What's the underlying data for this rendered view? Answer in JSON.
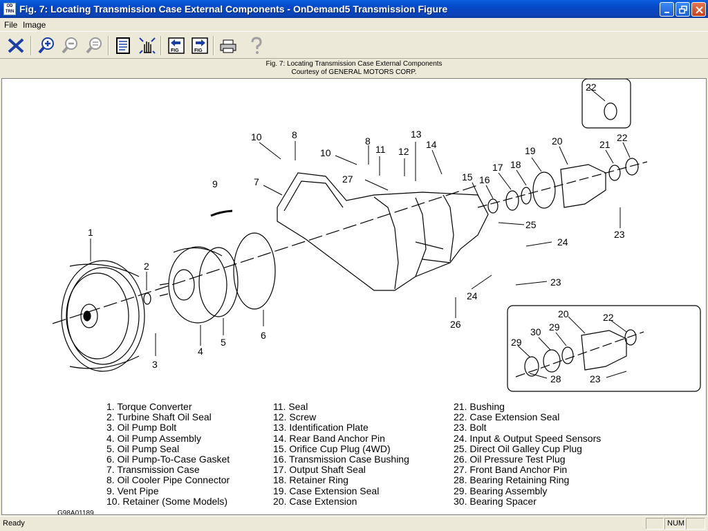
{
  "window": {
    "title": "Fig. 7: Locating Transmission Case External Components - OnDemand5 Transmission Figure",
    "icon_text_top": "OD",
    "icon_text_bottom": "TRN"
  },
  "menu": {
    "file_label": "File",
    "image_label": "Image"
  },
  "toolbar": {
    "icons": [
      "exit-x-icon",
      "zoom-in-icon",
      "zoom-out-icon",
      "zoom-fit-icon",
      "notes-icon",
      "pan-hand-icon",
      "prev-fig-icon",
      "next-fig-icon",
      "print-icon",
      "help-icon"
    ],
    "fig_label": "FIG"
  },
  "caption": {
    "line1": "Fig. 7: Locating Transmission Case External Components",
    "line2": "Courtesy of GENERAL MOTORS CORP."
  },
  "callouts": [
    {
      "id": "c1",
      "text": "1"
    },
    {
      "id": "c2",
      "text": "2"
    },
    {
      "id": "c3",
      "text": "3"
    },
    {
      "id": "c4",
      "text": "4"
    },
    {
      "id": "c5",
      "text": "5"
    },
    {
      "id": "c6",
      "text": "6"
    },
    {
      "id": "c7",
      "text": "7"
    },
    {
      "id": "c8a",
      "text": "8"
    },
    {
      "id": "c8b",
      "text": "8"
    },
    {
      "id": "c9",
      "text": "9"
    },
    {
      "id": "c10a",
      "text": "10"
    },
    {
      "id": "c10b",
      "text": "10"
    },
    {
      "id": "c11",
      "text": "11"
    },
    {
      "id": "c12",
      "text": "12"
    },
    {
      "id": "c13",
      "text": "13"
    },
    {
      "id": "c14",
      "text": "14"
    },
    {
      "id": "c15",
      "text": "15"
    },
    {
      "id": "c16",
      "text": "16"
    },
    {
      "id": "c17",
      "text": "17"
    },
    {
      "id": "c18",
      "text": "18"
    },
    {
      "id": "c19",
      "text": "19"
    },
    {
      "id": "c20a",
      "text": "20"
    },
    {
      "id": "c21",
      "text": "21"
    },
    {
      "id": "c22a",
      "text": "22"
    },
    {
      "id": "c22b",
      "text": "22"
    },
    {
      "id": "c23a",
      "text": "23"
    },
    {
      "id": "c23b",
      "text": "23"
    },
    {
      "id": "c24a",
      "text": "24"
    },
    {
      "id": "c24b",
      "text": "24"
    },
    {
      "id": "c25",
      "text": "25"
    },
    {
      "id": "c26",
      "text": "26"
    },
    {
      "id": "c27",
      "text": "27"
    },
    {
      "id": "c20b",
      "text": "20"
    },
    {
      "id": "c22c",
      "text": "22"
    },
    {
      "id": "c29a",
      "text": "29"
    },
    {
      "id": "c30",
      "text": "30"
    },
    {
      "id": "c29b",
      "text": "29"
    },
    {
      "id": "c28",
      "text": "28"
    },
    {
      "id": "c23c",
      "text": "23"
    }
  ],
  "legend": [
    [
      "1. Torque Converter",
      "2. Turbine Shaft Oil Seal",
      "3. Oil Pump Bolt",
      "4. Oil Pump Assembly",
      "5. Oil Pump Seal",
      "6. Oil Pump-To-Case Gasket",
      "7. Transmission Case",
      "8. Oil Cooler Pipe Connector",
      "9. Vent Pipe",
      "10. Retainer (Some Models)"
    ],
    [
      "11. Seal",
      "12. Screw",
      "13. Identification Plate",
      "14. Rear Band Anchor Pin",
      "15. Orifice Cup Plug (4WD)",
      "16. Transmission Case Bushing",
      "17. Output Shaft Seal",
      "18. Retainer Ring",
      "19. Case Extension Seal",
      "20. Case Extension"
    ],
    [
      "21. Bushing",
      "22. Case Extension Seal",
      "23. Bolt",
      "24. Input & Output Speed Sensors",
      "25. Direct Oil Galley Cup Plug",
      "26. Oil Pressure Test Plug",
      "27. Front Band Anchor Pin",
      "28. Bearing Retaining Ring",
      "29. Bearing Assembly",
      "30. Bearing Spacer"
    ]
  ],
  "figure_id": "G98A01189",
  "status": {
    "text": "Ready",
    "num_indicator": "NUM"
  }
}
